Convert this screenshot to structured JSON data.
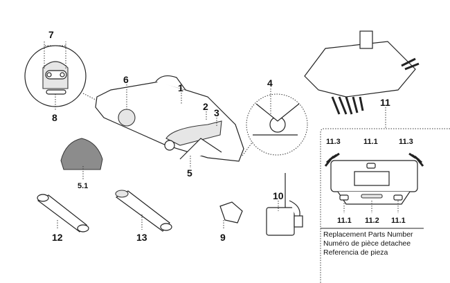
{
  "labels": {
    "p1": "1",
    "p2": "2",
    "p3": "3",
    "p4": "4",
    "p5": "5",
    "p5_1": "5.1",
    "p6": "6",
    "p7": "7",
    "p8": "8",
    "p9": "9",
    "p10": "10",
    "p11": "11",
    "p12": "12",
    "p13": "13",
    "p11_3a": "11.3",
    "p11_1a": "11.1",
    "p11_3b": "11.3",
    "p11_1b": "11.1",
    "p11_2": "11.2",
    "p11_1c": "11.1"
  },
  "legend": {
    "line1": "Replacement Parts Number",
    "line2": "Numéro de pièce detachee",
    "line3": "Referencia de pieza"
  }
}
